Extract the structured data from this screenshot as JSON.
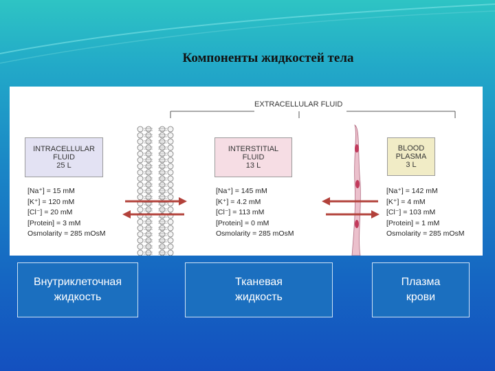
{
  "title": "Компоненты жидкостей тела",
  "diagram": {
    "extracellular_label": "EXTRACELLULAR FLUID",
    "intracellular": {
      "lines": [
        "INTRACELLULAR",
        "FLUID",
        "25 L"
      ],
      "ions": [
        "[Na⁺] = 15 mM",
        "[K⁺] = 120 mM",
        "[Cl⁻] = 20 mM",
        "[Protein] = 3 mM",
        "Osmolarity = 285 mOsM"
      ],
      "color": "#e3e2f3"
    },
    "interstitial": {
      "lines": [
        "INTERSTITIAL",
        "FLUID",
        "13 L"
      ],
      "ions": [
        "[Na⁺] = 145 mM",
        "[K⁺] = 4.2 mM",
        "[Cl⁻] = 113 mM",
        "[Protein] = 0 mM",
        "Osmolarity = 285 mOsM"
      ],
      "color": "#f6dde4"
    },
    "plasma": {
      "lines": [
        "BLOOD",
        "PLASMA",
        "3 L"
      ],
      "ions": [
        "[Na⁺] = 142 mM",
        "[K⁺] = 4 mM",
        "[Cl⁻] = 103 mM",
        "[Protein] = 1 mM",
        "Osmolarity = 285 mOsM"
      ],
      "color": "#f1ecc6"
    }
  },
  "labels": [
    {
      "lines": [
        "Внутриклеточная",
        "жидкость"
      ]
    },
    {
      "lines": [
        "Тканевая",
        "жидкость"
      ]
    },
    {
      "lines": [
        "Плазма",
        "крови"
      ]
    }
  ],
  "colors": {
    "arrow": "#b2413a",
    "vessel": "#e8b7c4",
    "nucleus": "#c23a5c",
    "label_box": "#1b6fbf"
  }
}
